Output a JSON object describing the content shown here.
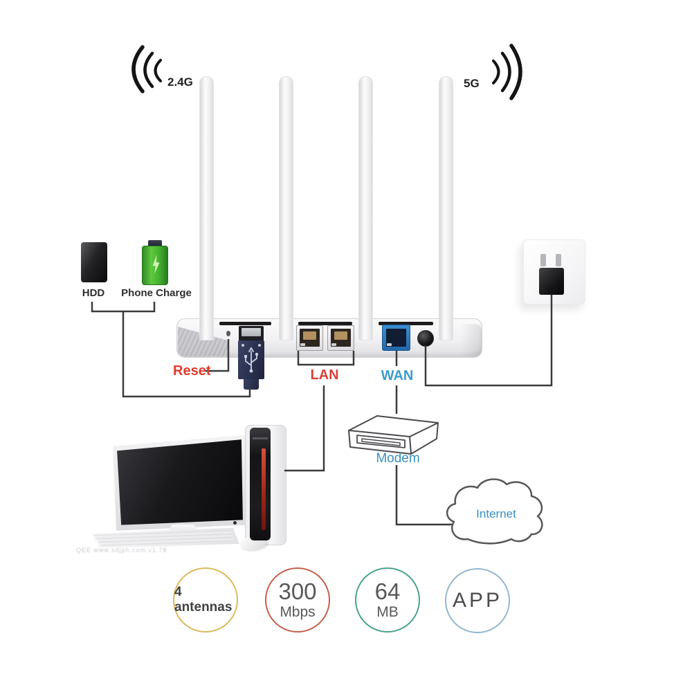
{
  "wifi": {
    "band_left": "2.4G",
    "band_right": "5G"
  },
  "usb_devices": {
    "hdd_label": "HDD",
    "phone_label": "Phone Charge"
  },
  "rear_panel": {
    "reset_label": "Reset",
    "lan_label": "LAN",
    "wan_label": "WAN",
    "lan_port_count": 2,
    "antenna_count": 4
  },
  "network": {
    "modem_label": "Modem",
    "internet_label": "Internet"
  },
  "watermark": "QEE www.sdjph.com   v1.78",
  "features": [
    {
      "label": "4 antennas",
      "sublabel": "",
      "color": "#d9b95c"
    },
    {
      "label": "300",
      "sublabel": "Mbps",
      "color": "#c4604a"
    },
    {
      "label": "64",
      "sublabel": "MB",
      "color": "#4aa18d"
    },
    {
      "label": "APP",
      "sublabel": "",
      "color": "#93b7cf"
    }
  ],
  "colors": {
    "reset": "#e03a2c",
    "lan": "#d84038",
    "wan": "#3b9ccd",
    "modem": "#3a8fc0",
    "internet": "#3a8fc0",
    "line": "#3a3a3a"
  }
}
